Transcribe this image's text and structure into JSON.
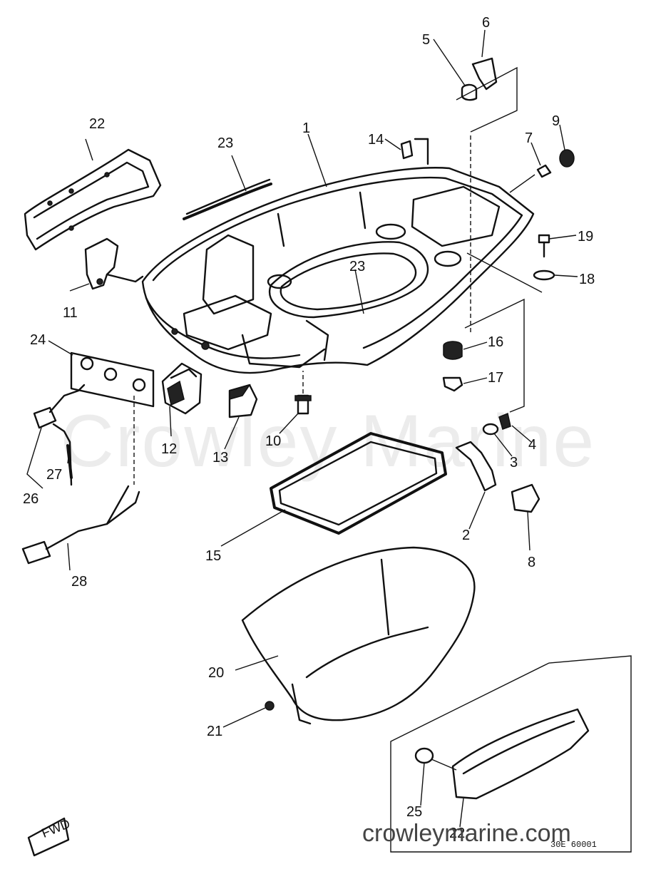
{
  "watermark": "Crowley Marine",
  "site": "crowleymarine.com",
  "model_code": "30E 60001",
  "fwd_mark": "FWD",
  "parts": [
    {
      "id": "1"
    },
    {
      "id": "2"
    },
    {
      "id": "3"
    },
    {
      "id": "4"
    },
    {
      "id": "5"
    },
    {
      "id": "6"
    },
    {
      "id": "7"
    },
    {
      "id": "8"
    },
    {
      "id": "9"
    },
    {
      "id": "10"
    },
    {
      "id": "11"
    },
    {
      "id": "12"
    },
    {
      "id": "13"
    },
    {
      "id": "14"
    },
    {
      "id": "15"
    },
    {
      "id": "16"
    },
    {
      "id": "17"
    },
    {
      "id": "18"
    },
    {
      "id": "19"
    },
    {
      "id": "20"
    },
    {
      "id": "21"
    },
    {
      "id": "22"
    },
    {
      "id": "22b",
      "text": "22"
    },
    {
      "id": "23"
    },
    {
      "id": "23b",
      "text": "23"
    },
    {
      "id": "24"
    },
    {
      "id": "25"
    },
    {
      "id": "26"
    },
    {
      "id": "27"
    },
    {
      "id": "28"
    }
  ]
}
